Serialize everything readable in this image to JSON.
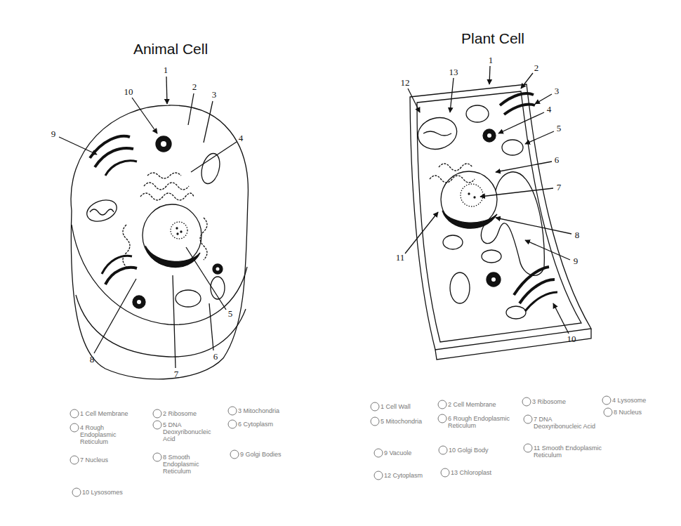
{
  "diagram": {
    "labels": [
      "Animal Cell",
      "1",
      "2",
      "3",
      "4",
      "5",
      "6",
      "7",
      "8",
      "9",
      "10",
      "Plant Cell",
      "1",
      "2",
      "3",
      "4",
      "5",
      "6",
      "7",
      "8",
      "9",
      "10",
      "11",
      "12",
      "13",
      "1 Cell Membrane",
      "2 Ribosome",
      "3 Mitochondria",
      "4 Rough Endoplasmic Reticulum",
      "5 DNA Deoxyribonucleic Acid",
      "6 Cytoplasm",
      "7 Nucleus",
      "8 Smooth Endoplasmic Reticulum",
      "9 Golgi Bodies",
      "10 Lysosomes",
      "1 Cell Wall",
      "2 Cell Membrane",
      "3 Ribosome",
      "4 Lysosome",
      "5 Mitochondria",
      "6 Rough Endoplasmic Reticulum",
      "7 DNA Deoxyribonucleic Acid",
      "8 Nucleus",
      "9 Vacuole",
      "10 Golgi Body",
      "11 Smooth Endoplasmic Reticulum",
      "12 Cytoplasm",
      "13 Chloroplast"
    ]
  }
}
